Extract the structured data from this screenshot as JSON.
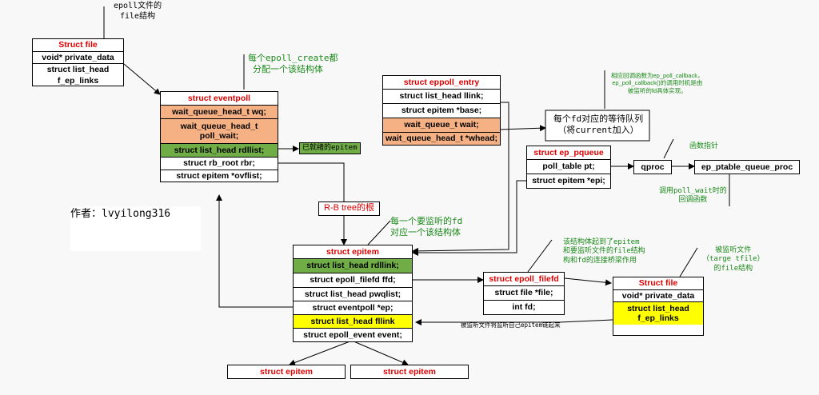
{
  "notes": {
    "epoll_file": [
      "epoll文件的",
      "file结构"
    ],
    "eventpoll_per_create": [
      "每个epoll_create都",
      "分配一个该结构体"
    ],
    "ready_epitem": "已就绪的epitem",
    "rb_tree_root": "R-B tree的根",
    "epitem_per_fd": [
      "每一个要监听的fd",
      "对应一个该结构体"
    ],
    "wait_queue_per_fd": [
      "每个fd对应的等待队列",
      "（将current加入）"
    ],
    "callback_note": [
      "相应回调函数为ep_poll_callback，",
      "ep_poll_callback()的调用时机是由",
      "被监听的fd具体实现。"
    ],
    "func_pointer": "函数指针",
    "poll_wait_callback": [
      "调用poll_wait时的",
      "回调函数"
    ],
    "filefd_bridge": [
      "该结构体起到了epitem",
      "和要监听文件的file结构",
      "构和fd的连接桥梁作用"
    ],
    "target_file": [
      "被监听文件",
      "（targe tfile）",
      "的file结构"
    ],
    "fllink_note": "被监听文件将监听自己epitem链起来",
    "author": "作者：lvyilong316"
  },
  "boxes": {
    "struct_file_top": [
      "Struct file",
      "void* private_data",
      "struct list_head",
      "f_ep_links"
    ],
    "eventpoll": [
      "struct eventpoll",
      "wait_queue_head_t wq;",
      "wait_queue_head_t",
      "poll_wait;",
      "struct list_head rdllist;",
      "struct rb_root rbr;",
      "struct epitem *ovflist;"
    ],
    "eppoll_entry": [
      "struct eppoll_entry",
      "struct list_head llink;",
      "struct epitem *base;",
      "wait_queue_t wait;",
      "wait_queue_head_t *whead;"
    ],
    "ep_pqueue": [
      "struct ep_pqueue",
      "poll_table pt;",
      "struct epitem *epi;"
    ],
    "qproc": "qproc",
    "ep_ptable_queue_proc": "ep_ptable_queue_proc",
    "epitem": [
      "struct epitem",
      "struct list_head rdllink;",
      "struct epoll_filefd ffd;",
      "struct list_head pwqlist;",
      "struct eventpoll *ep;",
      "struct list_head fllink",
      "struct epoll_event event;"
    ],
    "epoll_filefd": [
      "struct epoll_filefd",
      "struct file *file;",
      "int fd;"
    ],
    "struct_file_target": [
      "Struct file",
      "void* private_data",
      "struct list_head",
      "f_ep_links"
    ],
    "epitem_child_left": "struct epitem",
    "epitem_child_right": "struct epitem"
  },
  "colors": {
    "title_red": "#e00000",
    "orange": "#f5b183",
    "green": "#70ad47",
    "yellow": "#ffff00",
    "note_green": "#1a8a1a"
  }
}
